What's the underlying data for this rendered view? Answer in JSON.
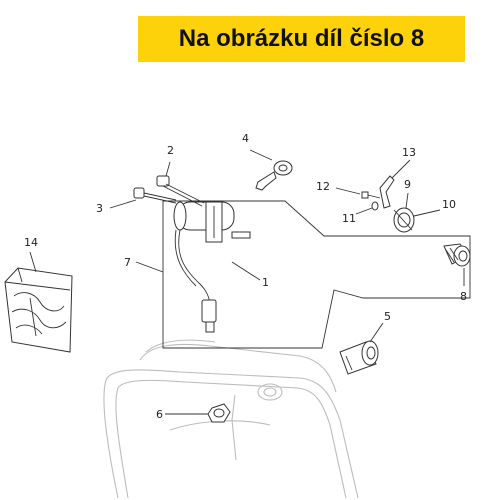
{
  "banner": {
    "text": "Na obrázku díl číslo 8",
    "background": "#fdd20a"
  },
  "callouts": [
    "1",
    "2",
    "3",
    "4",
    "5",
    "6",
    "7",
    "8",
    "9",
    "10",
    "11",
    "12",
    "13",
    "14"
  ]
}
